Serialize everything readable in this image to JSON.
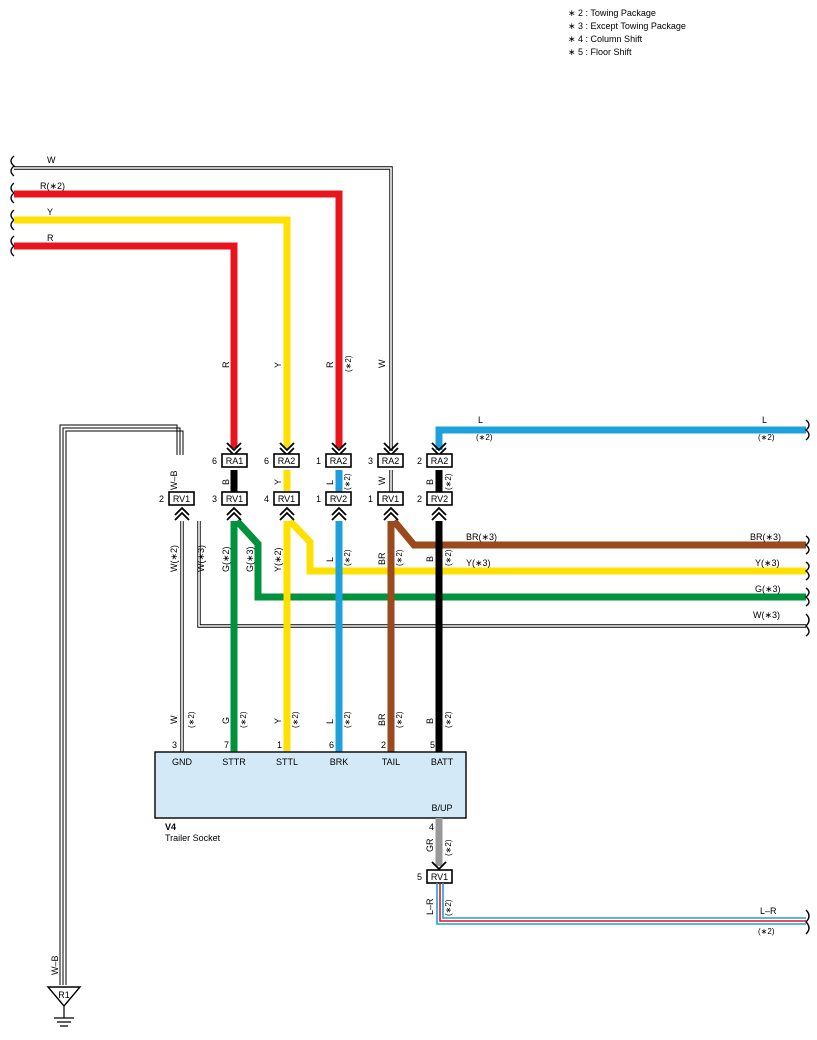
{
  "legend": [
    "∗ 2 : Towing Package",
    "∗ 3 : Except Towing Package",
    "∗ 4 : Column Shift",
    "∗ 5 : Floor Shift"
  ],
  "colors": {
    "red": "#e8141e",
    "yellow": "#ffe000",
    "blue": "#1ea0dc",
    "green": "#00923c",
    "brown": "#9a4a1c",
    "black": "#000000",
    "gray": "#999999",
    "socket_fill": "#d4e9f8"
  },
  "left_wires": {
    "w": "W",
    "r2": "R(∗2)",
    "y": "Y",
    "r": "R"
  },
  "vertical_labels": {
    "col1": "R",
    "col2": "Y",
    "col3": "R",
    "col3_note": "(∗2)",
    "col4": "W"
  },
  "right_wires": {
    "l_top": "L",
    "l_top_note": "(∗2)",
    "l_right": "L",
    "l_right_note": "(∗2)",
    "br_left": "BR(∗3)",
    "br_right": "BR(∗3)",
    "y_left": "Y(∗3)",
    "y_right": "Y(∗3)",
    "g_right": "G(∗3)",
    "w_right": "W(∗3)",
    "lr": "L–R",
    "lr_note": "(∗2)"
  },
  "connectors": {
    "top": [
      {
        "pin": "6",
        "name": "RA1"
      },
      {
        "pin": "6",
        "name": "RA2"
      },
      {
        "pin": "1",
        "name": "RA2"
      },
      {
        "pin": "3",
        "name": "RA2"
      },
      {
        "pin": "2",
        "name": "RA2"
      }
    ],
    "bottom": [
      {
        "pin": "2",
        "name": "RV1"
      },
      {
        "pin": "3",
        "name": "RV1"
      },
      {
        "pin": "4",
        "name": "RV1"
      },
      {
        "pin": "1",
        "name": "RV2"
      },
      {
        "pin": "1",
        "name": "RV1"
      },
      {
        "pin": "2",
        "name": "RV2"
      }
    ],
    "gr_conn": {
      "pin": "5",
      "name": "RV1"
    }
  },
  "between_labels": [
    {
      "color": "W–B",
      "note": ""
    },
    {
      "color": "B",
      "note": ""
    },
    {
      "color": "Y",
      "note": ""
    },
    {
      "color": "L",
      "note": "(∗2)"
    },
    {
      "color": "W",
      "note": ""
    },
    {
      "color": "B",
      "note": "(∗2)"
    }
  ],
  "mid_labels": [
    {
      "color": "W(∗2)",
      "note": ""
    },
    {
      "color": "W(∗3)",
      "note": ""
    },
    {
      "color": "G(∗2)",
      "note": ""
    },
    {
      "color": "G(∗3)",
      "note": ""
    },
    {
      "color": "Y(∗2)",
      "note": ""
    },
    {
      "color": "L",
      "note": "(∗2)"
    },
    {
      "color": "BR",
      "note": "(∗2)"
    },
    {
      "color": "B",
      "note": "(∗2)"
    }
  ],
  "lower_labels": [
    {
      "color": "W",
      "note": "(∗2)"
    },
    {
      "color": "G",
      "note": "(∗2)"
    },
    {
      "color": "Y",
      "note": "(∗2)"
    },
    {
      "color": "L",
      "note": "(∗2)"
    },
    {
      "color": "BR",
      "note": "(∗2)"
    },
    {
      "color": "B",
      "note": "(∗2)"
    }
  ],
  "socket": {
    "code": "V4",
    "title": "Trailer Socket",
    "pins": [
      "3",
      "7",
      "1",
      "6",
      "2",
      "5"
    ],
    "terminals": [
      "GND",
      "STTR",
      "STTL",
      "BRK",
      "TAIL",
      "BATT"
    ],
    "bup": "B/UP",
    "bup_pin": "4"
  },
  "gr_labels": {
    "gr": "GR",
    "gr_note": "(∗2)",
    "lr": "L–R",
    "lr_note": "(∗2)"
  },
  "ground": {
    "wire": "W–B",
    "name": "R1"
  }
}
